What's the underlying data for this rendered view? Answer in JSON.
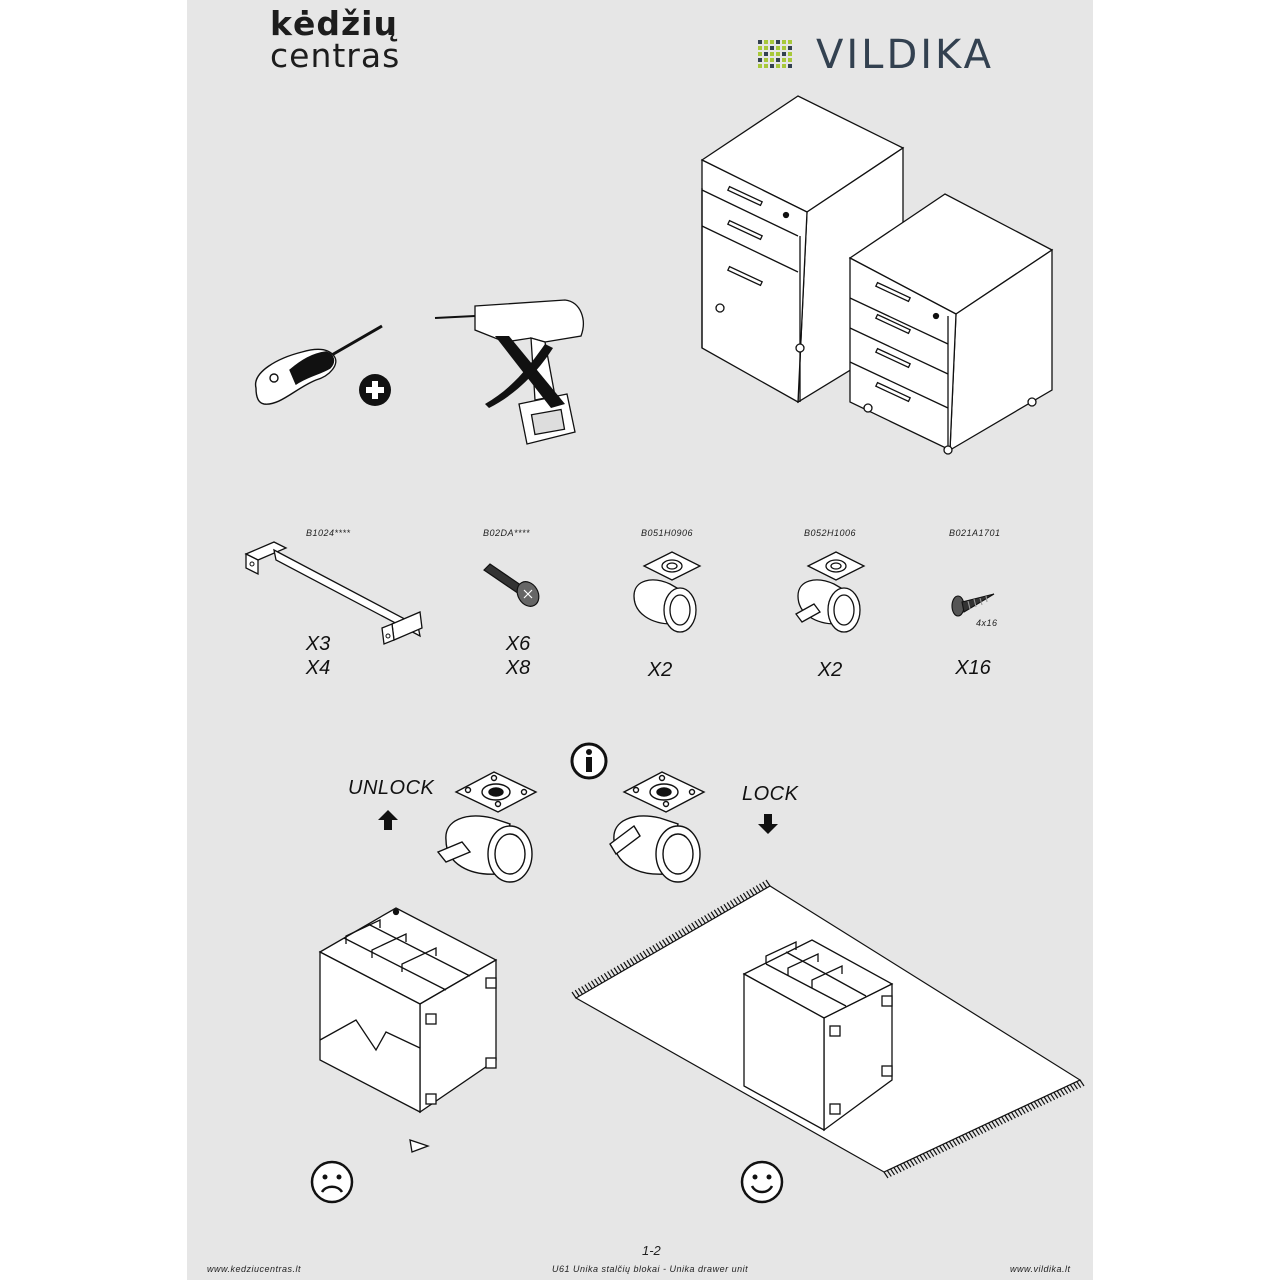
{
  "brand": {
    "kc_line1": "kėdžių",
    "kc_line2": "centras",
    "vildika": "VILDIKA"
  },
  "colors": {
    "sheet_bg": "#e6e6e6",
    "vildika_green": "#a8c83a",
    "vildika_slate": "#334150"
  },
  "tools": {
    "screwdriver": "screwdriver-icon",
    "plus": "phillips-plus-icon",
    "drill": "drill-icon",
    "no_drill": "cross-mark-icon"
  },
  "parts": [
    {
      "code": "B1024****",
      "qty": [
        "X3",
        "X4"
      ],
      "icon": "handle-icon"
    },
    {
      "code": "B02DA****",
      "qty": [
        "X6",
        "X8"
      ],
      "icon": "bolt-icon"
    },
    {
      "code": "B051H0906",
      "qty": [
        "X2"
      ],
      "icon": "caster-icon"
    },
    {
      "code": "B052H1006",
      "qty": [
        "X2"
      ],
      "icon": "locking-caster-icon"
    },
    {
      "code": "B021A1701",
      "qty": [
        "X16"
      ],
      "icon": "screw-icon",
      "size": "4x16"
    }
  ],
  "caster_info": {
    "unlock": "UNLOCK",
    "lock": "LOCK",
    "info_icon": "info-icon"
  },
  "faces": {
    "sad": "sad-face-icon",
    "happy": "happy-face-icon"
  },
  "footer": {
    "page": "1-2",
    "left": "www.kedziucentras.lt",
    "center": "U61 Unika stalčių blokai - Unika drawer unit",
    "right": "www.vildika.lt"
  }
}
